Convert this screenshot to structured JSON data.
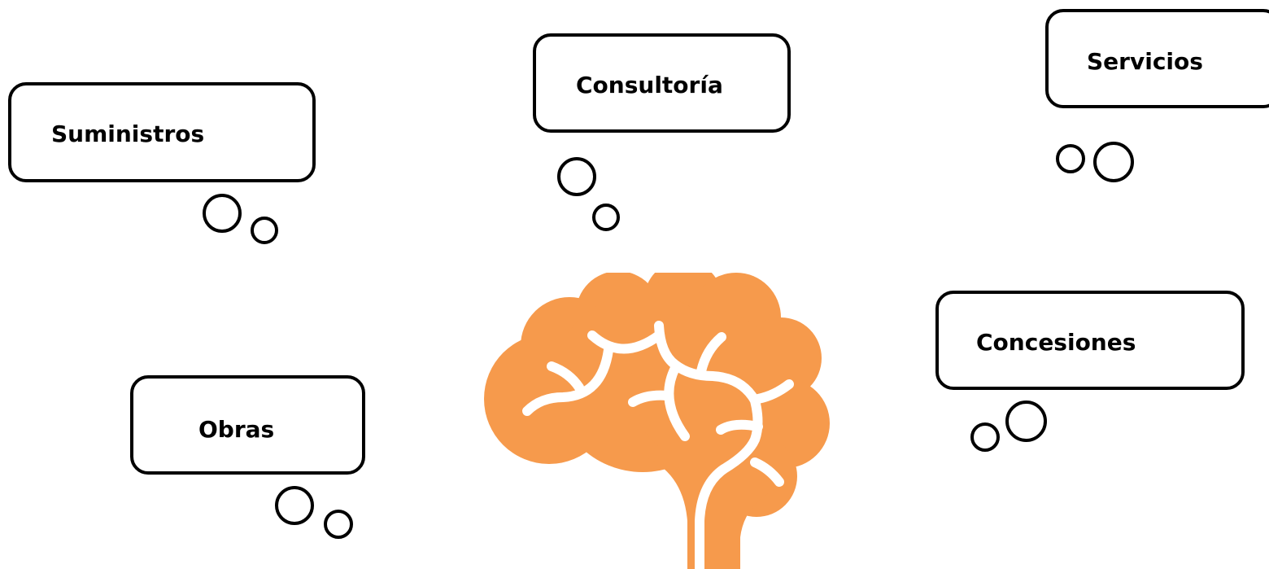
{
  "colors": {
    "outline": "#000000",
    "brain": "#f69a4c",
    "background": "#ffffff"
  },
  "bubbles": {
    "suministros": {
      "label": "Suministros"
    },
    "consultoria": {
      "label": "Consultoría"
    },
    "servicios": {
      "label": "Servicios"
    },
    "concesiones": {
      "label": "Concesiones"
    },
    "obras": {
      "label": "Obras"
    }
  },
  "icons": {
    "central": "brain-icon"
  }
}
